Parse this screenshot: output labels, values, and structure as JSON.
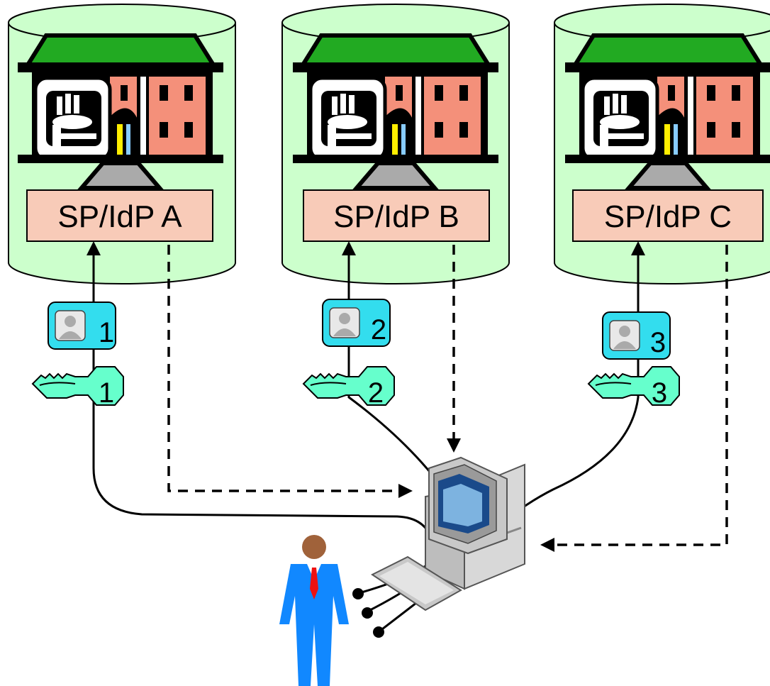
{
  "providers": [
    {
      "label": "SP/IdP A",
      "account": "1",
      "key": "1"
    },
    {
      "label": "SP/IdP B",
      "account": "2",
      "key": "2"
    },
    {
      "label": "SP/IdP C",
      "account": "3",
      "key": "3"
    }
  ],
  "colors": {
    "cylinder_fill": "#ccffcc",
    "label_box": "#f8cbb8",
    "roof": "#22aa22",
    "building_wall": "#f4907a",
    "account_badge": "#33ddee",
    "key": "#66ffcc",
    "person_suit": "#1188ff",
    "person_tie": "#ee1111",
    "person_head": "#a0623a"
  },
  "icons": [
    "database-cylinder",
    "building-icon",
    "hand-badge-icon",
    "user-account-icon",
    "key-icon",
    "computer-icon",
    "person-icon"
  ]
}
